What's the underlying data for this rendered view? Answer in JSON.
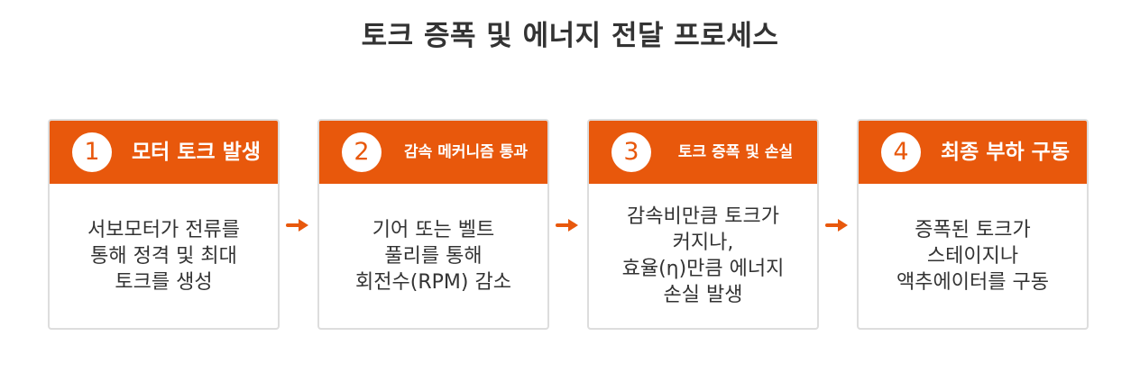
{
  "title": "토크 증폭 및 에너지 전달 프로세스",
  "accent_color": "#E8580C",
  "steps": [
    {
      "number": "1",
      "title": "모터 토크 발생",
      "description": [
        "서보모터가 전류를",
        "통해 정격 및 최대",
        "토크를 생성"
      ]
    },
    {
      "number": "2",
      "title": "감속 메커니즘 통과",
      "description": [
        "기어 또는 벨트",
        "풀리를 통해",
        "회전수(RPM) 감소"
      ]
    },
    {
      "number": "3",
      "title": "토크 증폭 및 손실",
      "description": [
        "감속비만큼 토크가",
        "커지나,",
        "효율(η)만큼 에너지",
        "손실 발생"
      ]
    },
    {
      "number": "4",
      "title": "최종 부하 구동",
      "description": [
        "증폭된 토크가",
        "스테이지나",
        "액추에이터를 구동"
      ]
    }
  ],
  "arrow_icon": "arrow-right-icon"
}
